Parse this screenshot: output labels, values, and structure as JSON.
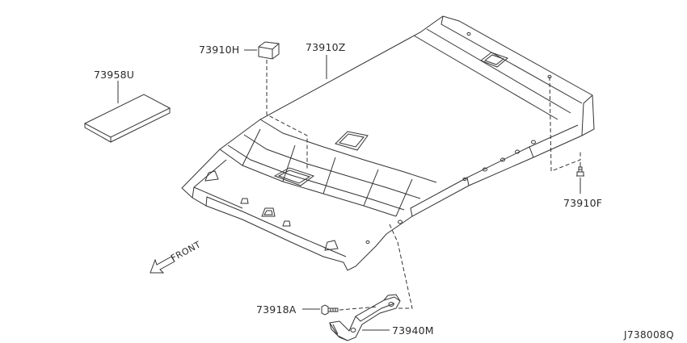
{
  "diagram": {
    "diagram_code": "J738008Q",
    "direction_label": "FRONT",
    "parts": [
      {
        "id": "headlining",
        "label": "73910Z"
      },
      {
        "id": "pad",
        "label": "73910H"
      },
      {
        "id": "sheet",
        "label": "73958U"
      },
      {
        "id": "clip",
        "label": "73910F"
      },
      {
        "id": "screw",
        "label": "73918A"
      },
      {
        "id": "assist-grip",
        "label": "73940M"
      }
    ]
  }
}
